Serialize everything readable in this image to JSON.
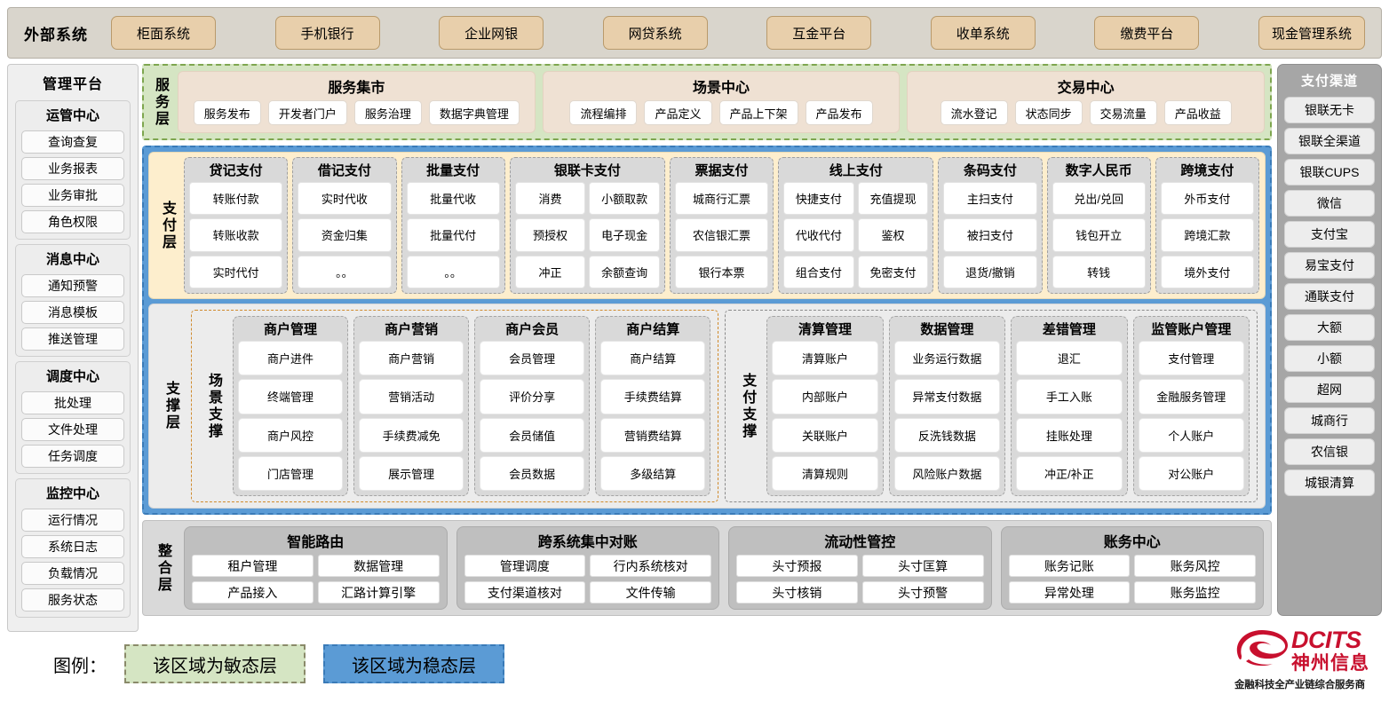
{
  "external": {
    "title": "外部系统",
    "items": [
      "柜面系统",
      "手机银行",
      "企业网银",
      "网贷系统",
      "互金平台",
      "收单系统",
      "缴费平台",
      "现金管理系统"
    ]
  },
  "mgmt": {
    "title": "管理平台",
    "groups": [
      {
        "title": "运管中心",
        "items": [
          "查询查复",
          "业务报表",
          "业务审批",
          "角色权限"
        ]
      },
      {
        "title": "消息中心",
        "items": [
          "通知预警",
          "消息模板",
          "推送管理"
        ]
      },
      {
        "title": "调度中心",
        "items": [
          "批处理",
          "文件处理",
          "任务调度"
        ]
      },
      {
        "title": "监控中心",
        "items": [
          "运行情况",
          "系统日志",
          "负载情况",
          "服务状态"
        ]
      }
    ]
  },
  "channel": {
    "title": "支付渠道",
    "items": [
      "银联无卡",
      "银联全渠道",
      "银联CUPS",
      "微信",
      "支付宝",
      "易宝支付",
      "通联支付",
      "大额",
      "小额",
      "超网",
      "城商行",
      "农信银",
      "城银清算"
    ]
  },
  "service_layer": {
    "label": "服务层",
    "groups": [
      {
        "title": "服务集市",
        "items": [
          "服务发布",
          "开发者门户",
          "服务治理",
          "数据字典管理"
        ]
      },
      {
        "title": "场景中心",
        "items": [
          "流程编排",
          "产品定义",
          "产品上下架",
          "产品发布"
        ]
      },
      {
        "title": "交易中心",
        "items": [
          "流水登记",
          "状态同步",
          "交易流量",
          "产品收益"
        ]
      }
    ]
  },
  "pay_layer": {
    "label": "支付层",
    "groups": [
      {
        "title": "贷记支付",
        "cols": 1,
        "items": [
          "转账付款",
          "转账收款",
          "实时代付"
        ]
      },
      {
        "title": "借记支付",
        "cols": 1,
        "items": [
          "实时代收",
          "资金归集",
          "。。"
        ]
      },
      {
        "title": "批量支付",
        "cols": 1,
        "items": [
          "批量代收",
          "批量代付",
          "。。"
        ]
      },
      {
        "title": "银联卡支付",
        "cols": 2,
        "items": [
          "消费",
          "小额取款",
          "预授权",
          "电子现金",
          "冲正",
          "余额查询"
        ]
      },
      {
        "title": "票据支付",
        "cols": 1,
        "items": [
          "城商行汇票",
          "农信银汇票",
          "银行本票"
        ]
      },
      {
        "title": "线上支付",
        "cols": 2,
        "items": [
          "快捷支付",
          "充值提现",
          "代收代付",
          "鉴权",
          "组合支付",
          "免密支付"
        ]
      },
      {
        "title": "条码支付",
        "cols": 1,
        "items": [
          "主扫支付",
          "被扫支付",
          "退货/撤销"
        ]
      },
      {
        "title": "数字人民币",
        "cols": 1,
        "items": [
          "兑出/兑回",
          "钱包开立",
          "转钱"
        ]
      },
      {
        "title": "跨境支付",
        "cols": 1,
        "items": [
          "外币支付",
          "跨境汇款",
          "境外支付"
        ]
      }
    ]
  },
  "support_layer": {
    "label": "支撑层",
    "scene": {
      "label": "场景支撑",
      "groups": [
        {
          "title": "商户管理",
          "items": [
            "商户进件",
            "终端管理",
            "商户风控",
            "门店管理"
          ]
        },
        {
          "title": "商户营销",
          "items": [
            "商户营销",
            "营销活动",
            "手续费减免",
            "展示管理"
          ]
        },
        {
          "title": "商户会员",
          "items": [
            "会员管理",
            "评价分享",
            "会员储值",
            "会员数据"
          ]
        },
        {
          "title": "商户结算",
          "items": [
            "商户结算",
            "手续费结算",
            "营销费结算",
            "多级结算"
          ]
        }
      ]
    },
    "paysup": {
      "label": "支付支撑",
      "groups": [
        {
          "title": "清算管理",
          "items": [
            "清算账户",
            "内部账户",
            "关联账户",
            "清算规则"
          ]
        },
        {
          "title": "数据管理",
          "items": [
            "业务运行数据",
            "异常支付数据",
            "反洗钱数据",
            "风险账户数据"
          ]
        },
        {
          "title": "差错管理",
          "items": [
            "退汇",
            "手工入账",
            "挂账处理",
            "冲正/补正"
          ]
        },
        {
          "title": "监管账户管理",
          "items": [
            "支付管理",
            "金融服务管理",
            "个人账户",
            "对公账户"
          ]
        }
      ]
    }
  },
  "integration_layer": {
    "label": "整合层",
    "groups": [
      {
        "title": "智能路由",
        "items": [
          "租户管理",
          "数据管理",
          "产品接入",
          "汇路计算引擎"
        ]
      },
      {
        "title": "跨系统集中对账",
        "items": [
          "管理调度",
          "行内系统核对",
          "支付渠道核对",
          "文件传输"
        ]
      },
      {
        "title": "流动性管控",
        "items": [
          "头寸预报",
          "头寸匡算",
          "头寸核销",
          "头寸预警"
        ]
      },
      {
        "title": "账务中心",
        "items": [
          "账务记账",
          "账务风控",
          "异常处理",
          "账务监控"
        ]
      }
    ]
  },
  "legend": {
    "label": "图例：",
    "agile": "该区域为敏态层",
    "stable": "该区域为稳态层"
  },
  "logo": {
    "name_en": "DCITS",
    "name_cn": "神州信息",
    "tagline": "金融科技全产业链综合服务商"
  },
  "colors": {
    "agile_green": "#d5e5c3",
    "stable_blue": "#5b9bd5",
    "pay_cream": "#fdeecd",
    "external_tan": "#e8cfab",
    "brand_red": "#c8102e"
  }
}
